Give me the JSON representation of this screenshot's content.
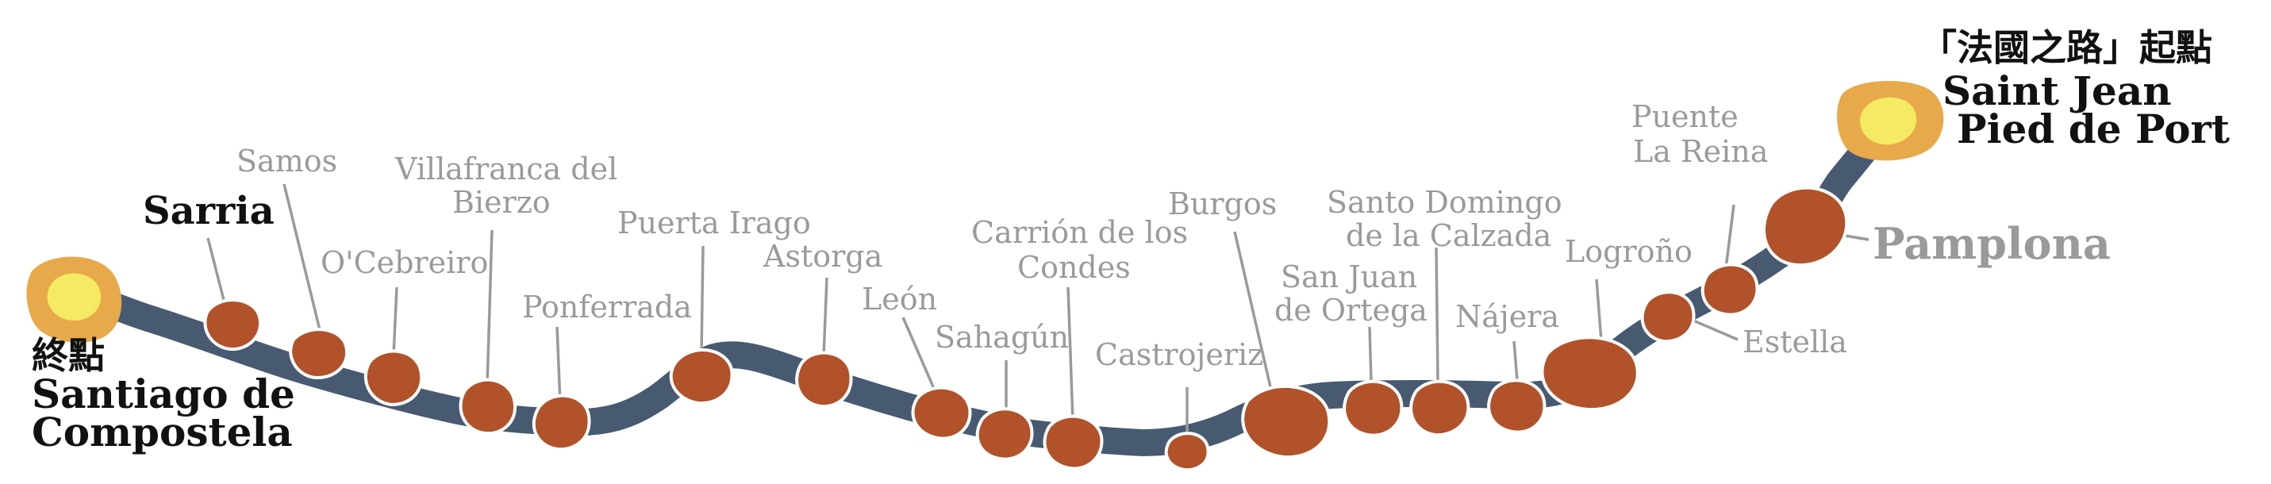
{
  "route": {
    "road_color": "#475a72",
    "stop_color": "#b1522a",
    "endpoint_outer_color": "#e8a94b",
    "endpoint_inner_color": "#f4ea63",
    "label_grey_color": "#9a9a9a",
    "label_black_color": "#111111"
  },
  "start": {
    "caption": "「法國之路」起點",
    "name_line1": "Saint Jean",
    "name_line2": "Pied de Port"
  },
  "end": {
    "caption": "終點",
    "name_line1": "Santiago de",
    "name_line2": "Compostela"
  },
  "stops": [
    {
      "name": "Pamplona"
    },
    {
      "name": "Estella"
    },
    {
      "line1": "Puente",
      "line2": "La Reina"
    },
    {
      "name": "Logroño"
    },
    {
      "name": "Nájera"
    },
    {
      "line1": "Santo Domingo",
      "line2": "de la Calzada"
    },
    {
      "line1": "San Juan",
      "line2": "de Ortega"
    },
    {
      "name": "Burgos"
    },
    {
      "name": "Castrojeriz"
    },
    {
      "line1": "Carrión de los",
      "line2": "Condes"
    },
    {
      "name": "Sahagún"
    },
    {
      "name": "León"
    },
    {
      "name": "Astorga"
    },
    {
      "name": "Puerta Irago"
    },
    {
      "name": "Ponferrada"
    },
    {
      "line1": "Villafranca del",
      "line2": "Bierzo"
    },
    {
      "name": "O'Cebreiro"
    },
    {
      "name": "Samos"
    },
    {
      "name": "Sarria"
    }
  ]
}
